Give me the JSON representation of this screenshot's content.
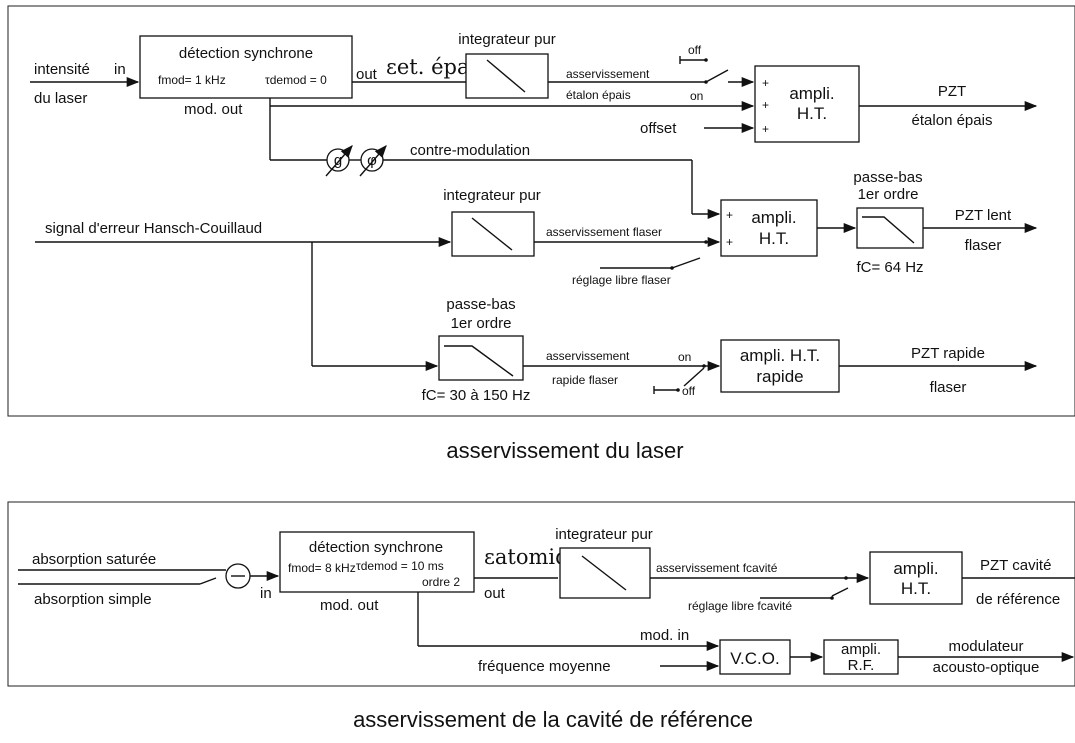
{
  "top": {
    "caption": "asservissement du laser",
    "input_label_1": "intensité",
    "input_label_2": "du laser",
    "in_label": "in",
    "sync_title": "détection synchrone",
    "sync_fmod": "fmod= 1 kHz",
    "sync_tau": "τdemod = 0",
    "out_label": "out",
    "mod_out": "mod. out",
    "eps_label": "εet. épais",
    "int1_title": "integrateur pur",
    "switch1_off": "off",
    "switch1_on": "on",
    "asserv1_a": "asservissement",
    "asserv1_b": "étalon épais",
    "offset": "offset",
    "amp1_a": "ampli.",
    "amp1_b": "H.T.",
    "out1_a": "PZT",
    "out1_b": "étalon épais",
    "gain_g": "g",
    "gain_phi": "φ",
    "contre_mod": "contre-modulation",
    "hc_label": "signal d'erreur Hansch-Couillaud",
    "int2_title": "integrateur pur",
    "asserv2": "asservissement flaser",
    "reglage": "réglage libre flaser",
    "amp2_a": "ampli.",
    "amp2_b": "H.T.",
    "lp1_a": "passe-bas",
    "lp1_b": "1er ordre",
    "lp1_fc": "fC= 64 Hz",
    "out2_a": "PZT lent",
    "out2_b": "flaser",
    "lp2_a": "passe-bas",
    "lp2_b": "1er ordre",
    "lp2_fc": "fC= 30 à 150 Hz",
    "asserv3_a": "asservissement",
    "asserv3_b": "rapide flaser",
    "switch3_on": "on",
    "switch3_off": "off",
    "amp3_a": "ampli. H.T.",
    "amp3_b": "rapide",
    "out3_a": "PZT rapide",
    "out3_b": "flaser"
  },
  "bottom": {
    "caption": "asservissement de la cavité de référence",
    "in_a": "absorption saturée",
    "in_b": "absorption simple",
    "in_label": "in",
    "sync_title": "détection synchrone",
    "sync_fmod": "fmod= 8 kHz",
    "sync_tau": "τdemod = 10 ms",
    "sync_order": "ordre 2",
    "mod_out": "mod. out",
    "out_label": "out",
    "eps_label": "εatomique",
    "int_title": "integrateur pur",
    "asserv": "asservissement fcavité",
    "reglage": "réglage libre fcavité",
    "amp_a": "ampli.",
    "amp_b": "H.T.",
    "out_a": "PZT cavité",
    "out_b": "de référence",
    "mod_in": "mod. in",
    "freq_moy": "fréquence moyenne",
    "vco": "V.C.O.",
    "rf_a": "ampli.",
    "rf_b": "R.F.",
    "mod_a": "modulateur",
    "mod_b": "acousto-optique"
  }
}
